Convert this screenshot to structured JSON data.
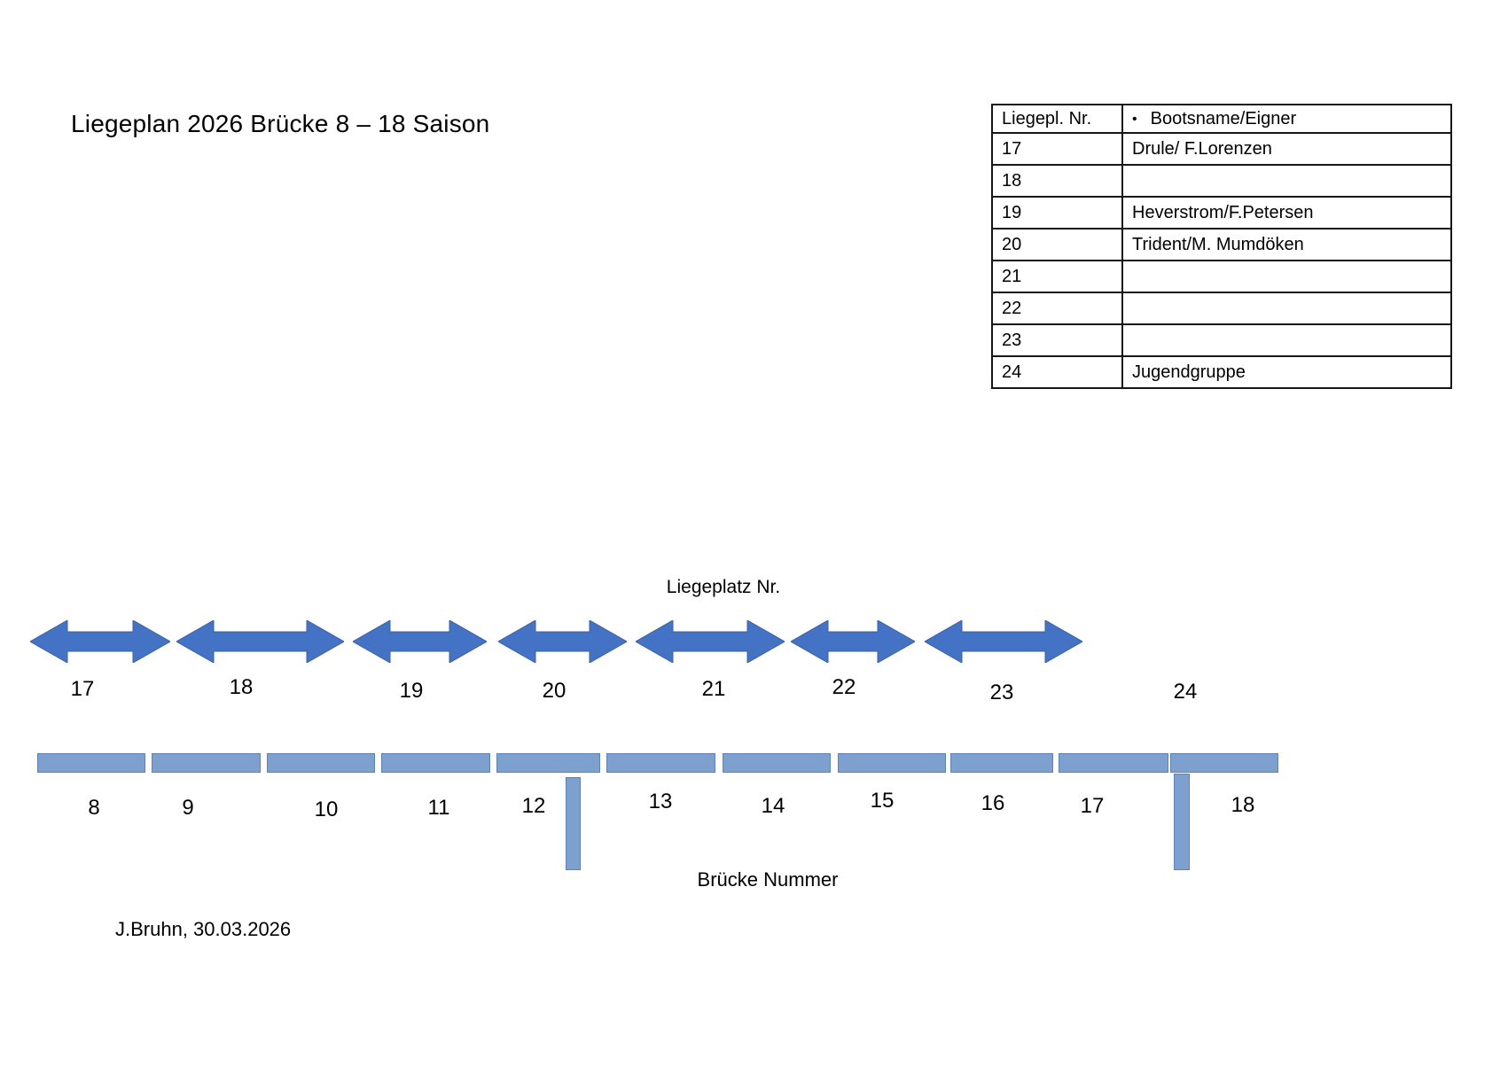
{
  "page": {
    "title": "Liegeplan 2026 Brücke 8 – 18 Saison",
    "author_date": "J.Bruhn, 30.03.2026"
  },
  "berth_table": {
    "col1_header": "Liegepl. Nr.",
    "col2_bullet": "•",
    "col2_header": "Bootsname/Eigner",
    "rows": [
      {
        "nr": "17",
        "boat": "Drule/ F.Lorenzen"
      },
      {
        "nr": "18",
        "boat": ""
      },
      {
        "nr": "19",
        "boat": "Heverstrom/F.Petersen"
      },
      {
        "nr": "20",
        "boat": "Trident/M. Mumdöken"
      },
      {
        "nr": "21",
        "boat": ""
      },
      {
        "nr": "22",
        "boat": ""
      },
      {
        "nr": "23",
        "boat": ""
      },
      {
        "nr": "24",
        "boat": "Jugendgruppe"
      }
    ]
  },
  "diagram": {
    "berth_axis_label": "Liegeplatz Nr.",
    "bridge_axis_label": "Brücke Nummer",
    "berth_numbers": [
      "17",
      "18",
      "19",
      "20",
      "21",
      "22",
      "23",
      "24"
    ],
    "bridge_numbers": [
      "8",
      "9",
      "10",
      "11",
      "12",
      "13",
      "14",
      "15",
      "16",
      "17",
      "18"
    ],
    "colors": {
      "arrow": "#4472C4",
      "bridge_fill": "#7EA0CE",
      "bridge_border": "#5E82B4"
    }
  }
}
